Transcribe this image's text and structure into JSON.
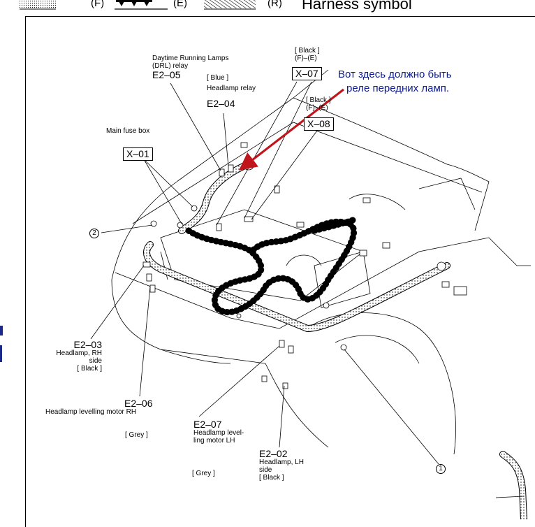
{
  "legend": {
    "items": [
      {
        "symbol": "dotted-harness-symbol",
        "label": "(F)"
      },
      {
        "symbol": "diamond-harness-symbol",
        "label": "(E)"
      },
      {
        "symbol": "hatched-harness-symbol",
        "label": "(R)"
      }
    ],
    "title": "Harness symbol"
  },
  "callouts": {
    "drl_relay": {
      "desc1": "Daytime Running Lamps",
      "desc2": "(DRL) relay",
      "code": "E2–05"
    },
    "headlamp_relay": {
      "color": "[ Blue ]",
      "desc": "Headlamp relay",
      "code": "E2–04"
    },
    "main_fuse_box": {
      "desc": "Main fuse box",
      "code": "X–01"
    },
    "x07": {
      "color": "[ Black ]",
      "harness": "(F)–(E)",
      "code": "X–07"
    },
    "x08": {
      "color": "[ Black ]",
      "harness": "(F)–(E)",
      "code": "X–08"
    },
    "headlamp_rh": {
      "code": "E2–03",
      "desc1": "Headlamp, RH",
      "desc2": "side",
      "color": "[ Black ]"
    },
    "levelling_rh": {
      "code": "E2–06",
      "desc": "Headlamp levelling motor RH",
      "color": "[ Grey ]"
    },
    "levelling_lh": {
      "code": "E2–07",
      "desc1": "Headlamp level-",
      "desc2": "ling motor LH",
      "color": "[ Grey ]"
    },
    "headlamp_lh": {
      "code": "E2–02",
      "desc1": "Headlamp, LH",
      "desc2": "side",
      "color": "[ Black ]"
    },
    "ground_1": "1",
    "ground_2": "2"
  },
  "annotation": {
    "line1": "Вот здесь должно быть",
    "line2": "реле передних ламп.",
    "text_color": "#0d1b8c",
    "arrow_color": "#c0151b"
  }
}
